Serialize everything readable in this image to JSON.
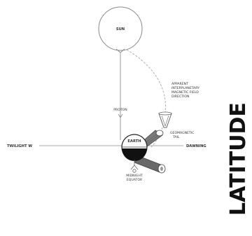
{
  "diagram": {
    "sun_label": "SUN",
    "earth_label": "EARTH",
    "to_sun_label": "PROTON",
    "imf_label": [
      "APPARENT",
      "INTERPLANETARY",
      "MAGNETIC FIELD",
      "DIRECTION"
    ],
    "geomagnetic_tail_label": [
      "GEOMAGNETIC",
      "TAIL"
    ],
    "west_label": "TWILIGHT W",
    "east_label": "DAWNING",
    "bottom_label": [
      "MIDNIGHT",
      "EQUATOR"
    ],
    "side_title": "LATITUDE"
  }
}
